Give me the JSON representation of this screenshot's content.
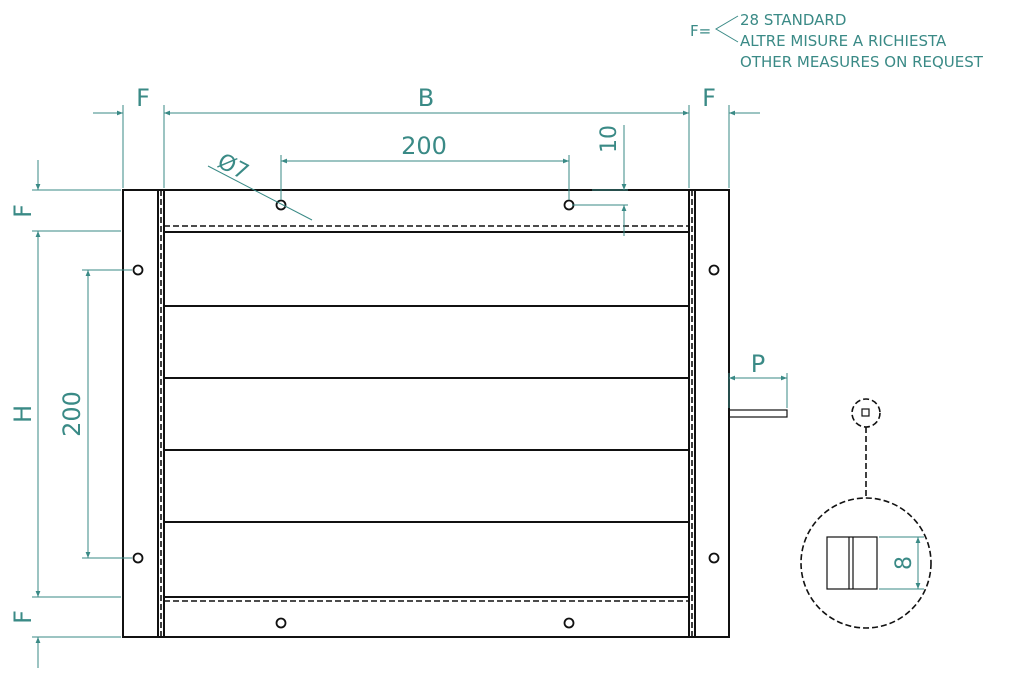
{
  "note": {
    "prefix": "F=",
    "lines": [
      "28 STANDARD",
      "ALTRE MISURE A RICHIESTA",
      "OTHER MEASURES ON REQUEST"
    ]
  },
  "dimensions": {
    "frame_left": "F",
    "width": "B",
    "frame_right": "F",
    "frame_top": "F",
    "height": "H",
    "frame_bottom": "F",
    "hole_diameter": "Ø7",
    "hole_spacing_h": "200",
    "hole_offset": "10",
    "hole_spacing_v": "200",
    "shaft_length": "P",
    "shaft_width": "8"
  },
  "colors": {
    "dimension": "#3a8a86",
    "outline": "#111111"
  }
}
